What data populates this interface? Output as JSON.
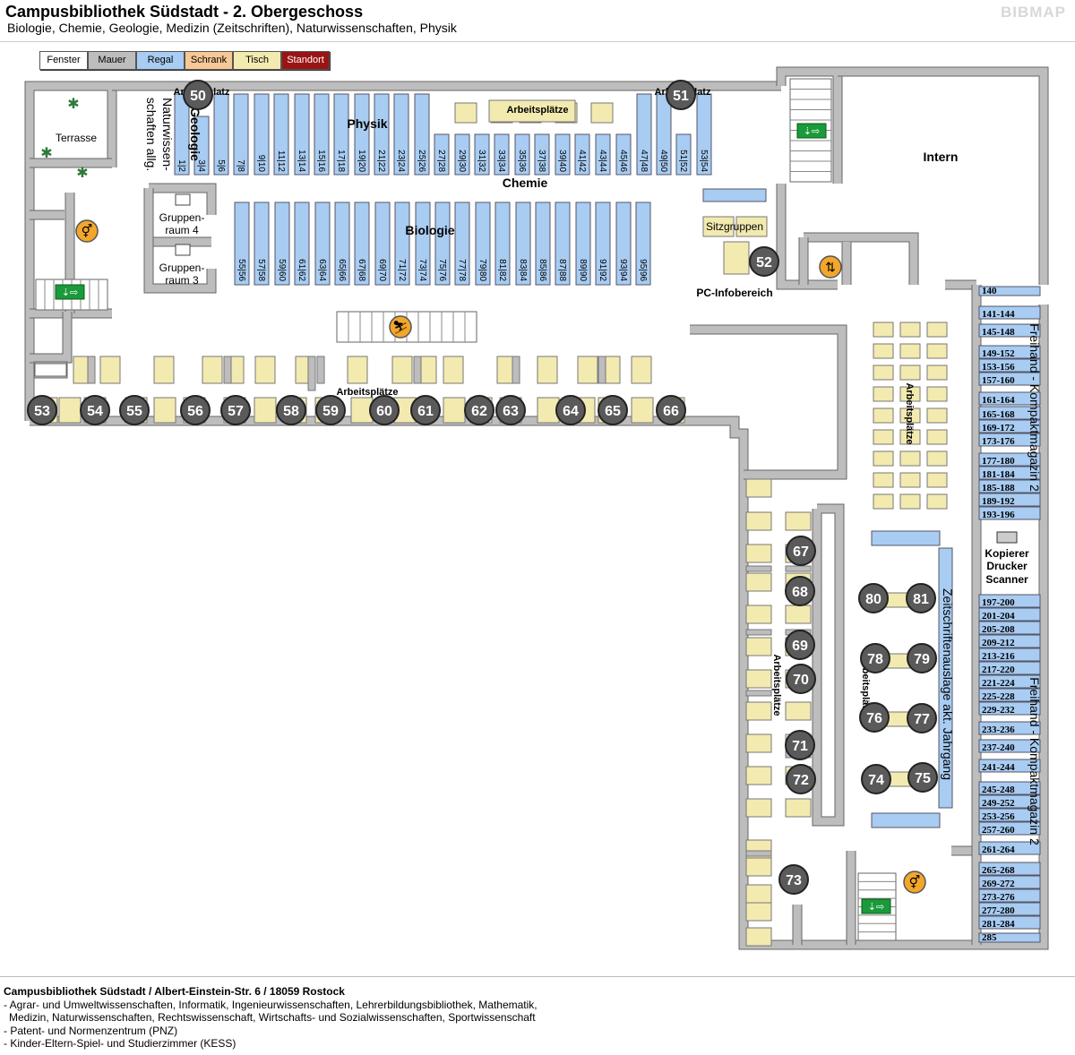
{
  "header": {
    "title": "Campusbibliothek Südstadt - 2. Obergeschoss",
    "subtitle": "Biologie, Chemie, Geologie, Medizin (Zeitschriften), Naturwissenschaften, Physik",
    "brand": "BIBMAP"
  },
  "legend": [
    {
      "label": "Fenster",
      "color": "#ffffff",
      "text_color": "#000000"
    },
    {
      "label": "Mauer",
      "color": "#bdbdbd",
      "text_color": "#000000"
    },
    {
      "label": "Regal",
      "color": "#a8ccf2",
      "text_color": "#000000"
    },
    {
      "label": "Schrank",
      "color": "#f6c896",
      "text_color": "#000000"
    },
    {
      "label": "Tisch",
      "color": "#f3eab0",
      "text_color": "#000000"
    },
    {
      "label": "Standort",
      "color": "#9a1414",
      "text_color": "#ffffff"
    }
  ],
  "colors": {
    "wall": "#bdbdbd",
    "shelf": "#a8ccf2",
    "table": "#f3eab0",
    "marker": "#5a5a5a"
  },
  "areas": {
    "terrasse": "Terrasse",
    "intern": "Intern",
    "physik": "Physik",
    "chemie": "Chemie",
    "biologie": "Biologie",
    "geologie": "Geologie",
    "naturwiss": "Naturwissen-schaften allg.",
    "gruppenraum4": "Gruppen-raum 4",
    "gruppenraum3": "Gruppen-raum 3",
    "sitzgruppen": "Sitzgruppen",
    "pc_info": "PC-Infobereich",
    "kopierer": "Kopierer",
    "drucker": "Drucker",
    "scanner": "Scanner",
    "zeitschriften": "Zeitschriftenauslage akt. Jahrgang",
    "freihand1": "Freihand - Kompaktmagazin 2",
    "freihand2": "Freihand - Kompaktmagazin 2",
    "arbeitsplaetze": "Arbeitsplätze",
    "arbeitsplatz": "Arbeitsplatz"
  },
  "top_shelves": [
    "1|2",
    "3|4",
    "5|6",
    "7|8",
    "9|10",
    "11|12",
    "13|14",
    "15|16",
    "17|18",
    "19|20",
    "21|22",
    "23|24",
    "25|26",
    "27|28",
    "29|30",
    "31|32",
    "33|34",
    "35|36",
    "37|38",
    "39|40",
    "41|42",
    "43|44",
    "45|46",
    "47|48",
    "49|50",
    "51|52",
    "53|54"
  ],
  "bio_shelves": [
    "55|56",
    "57|58",
    "59|60",
    "61|62",
    "63|64",
    "65|66",
    "67|68",
    "69|70",
    "71|72",
    "73|74",
    "75|76",
    "77|78",
    "79|80",
    "81|82",
    "83|84",
    "85|86",
    "87|88",
    "89|90",
    "91|92",
    "93|94",
    "95|96"
  ],
  "compact_shelves": [
    "140",
    "141-144",
    "145-148",
    "149-152",
    "153-156",
    "157-160",
    "161-164",
    "165-168",
    "169-172",
    "173-176",
    "177-180",
    "181-184",
    "185-188",
    "189-192",
    "193-196",
    "197-200",
    "201-204",
    "205-208",
    "209-212",
    "213-216",
    "217-220",
    "221-224",
    "225-228",
    "229-232",
    "233-236",
    "237-240",
    "241-244",
    "245-248",
    "249-252",
    "253-256",
    "257-260",
    "261-264",
    "265-268",
    "269-272",
    "273-276",
    "277-280",
    "281-284",
    "285"
  ],
  "markers": [
    "50",
    "51",
    "52",
    "53",
    "54",
    "55",
    "56",
    "57",
    "58",
    "59",
    "60",
    "61",
    "62",
    "63",
    "64",
    "65",
    "66",
    "67",
    "68",
    "69",
    "70",
    "71",
    "72",
    "73",
    "74",
    "75",
    "76",
    "77",
    "78",
    "79",
    "80",
    "81"
  ],
  "footer": {
    "line1": "Campusbibliothek Südstadt / Albert-Einstein-Str. 6 / 18059 Rostock",
    "line2": "- Agrar- und Umweltwissenschaften, Informatik, Ingenieurwissenschaften, Lehrerbildungsbibliothek, Mathematik,",
    "line3": "Medizin, Naturwissenschaften, Rechtswissenschaft, Wirtschafts- und Sozialwissenschaften, Sportwissenschaft",
    "line4": "- Patent- und Normenzentrum (PNZ)",
    "line5": "- Kinder-Eltern-Spiel- und Studierzimmer (KESS)"
  }
}
